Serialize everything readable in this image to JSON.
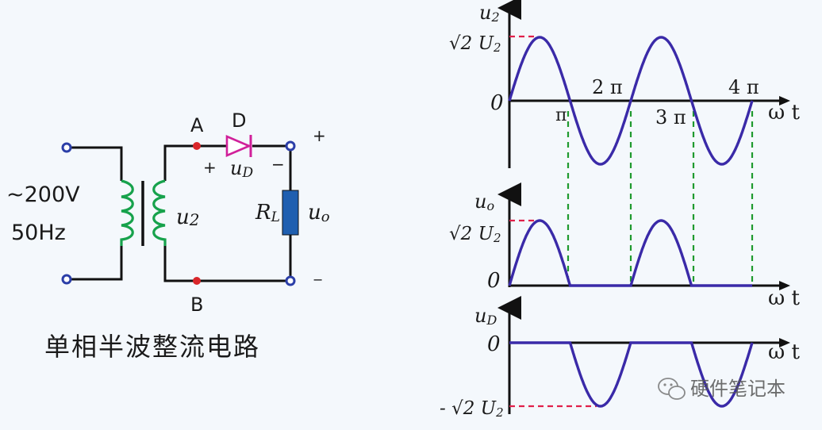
{
  "circuit": {
    "source_line1": "~200V",
    "source_line2": "50Hz",
    "secondary_voltage": "u",
    "secondary_voltage_sub": "2",
    "node_a": "A",
    "node_b": "B",
    "diode_label": "D",
    "diode_voltage": "u",
    "diode_voltage_sub": "D",
    "diode_plus": "+",
    "diode_minus": "−",
    "load_label": "R",
    "load_label_sub": "L",
    "output_voltage": "u",
    "output_voltage_sub": "o",
    "output_plus": "+",
    "output_minus": "−",
    "caption": "单相半波整流电路",
    "colors": {
      "diode": "#d0209a",
      "load": "#1f5fb0",
      "coil": "#17a24c",
      "node": "#d9262a",
      "terminal": "#2b3ea8"
    }
  },
  "graphs": {
    "top": {
      "y_label": "u",
      "y_label_sub": "2",
      "peak_label": "√2 U",
      "peak_label_sub": "2",
      "origin": "0",
      "x_label": "ω t",
      "ticks": [
        "π",
        "2 π",
        "3 π",
        "4 π"
      ]
    },
    "middle": {
      "y_label": "u",
      "y_label_sub": "o",
      "peak_label": "√2 U",
      "peak_label_sub": "2",
      "origin": "0",
      "x_label": "ω t"
    },
    "bottom": {
      "y_label": "u",
      "y_label_sub": "D",
      "peak_label": "- √2 U",
      "peak_label_sub": "2",
      "origin": "0",
      "x_label": "ω t"
    },
    "colors": {
      "wave": "#3a2aa8",
      "guide": "#1f9a2e",
      "peak_guide": "#e0204a"
    }
  },
  "watermark": {
    "text": "硬件笔记本",
    "icon": "wechat-icon"
  }
}
